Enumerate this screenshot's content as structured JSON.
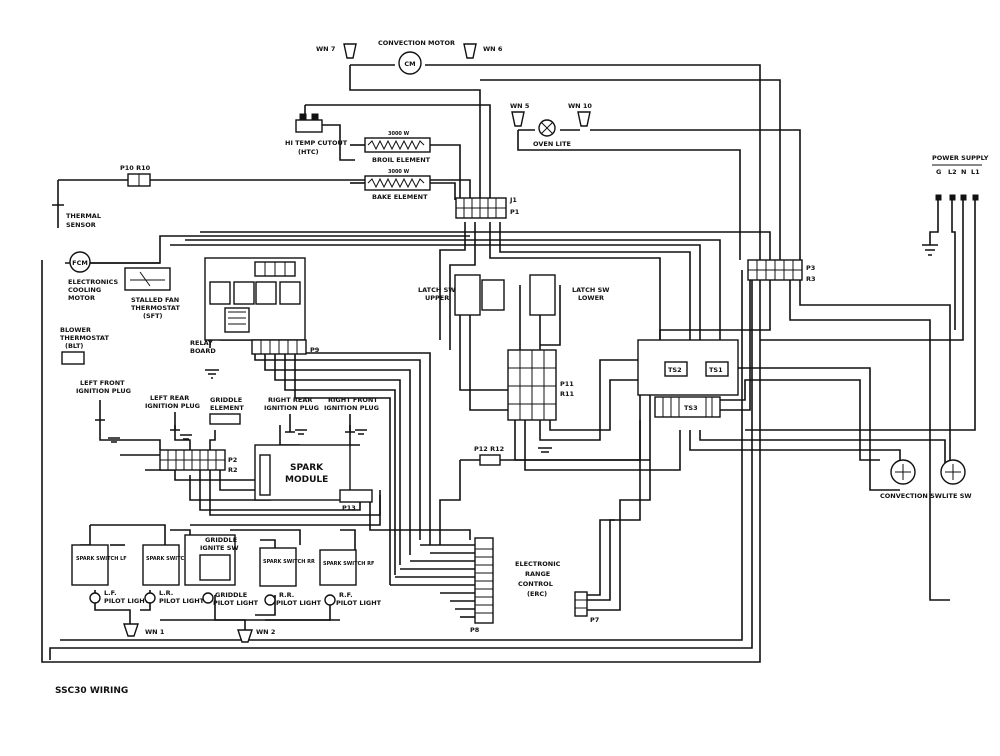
{
  "labels": {
    "convection_motor": "CONVECTION MOTOR",
    "cm": "CM",
    "wn7": "WN 7",
    "wn6": "WN 6",
    "wn5": "WN 5",
    "wn10": "WN 10",
    "oven_lite": "OVEN LITE",
    "hi_temp_cutout": "HI TEMP CUTOUT",
    "htc": "(HTC)",
    "broil_w": "3000 W",
    "broil_element": "BROIL ELEMENT",
    "bake_w": "3000 W",
    "bake_element": "BAKE ELEMENT",
    "p10r10": "P10  R10",
    "thermal_sensor_1": "THERMAL",
    "thermal_sensor_2": "SENSOR",
    "fcm": "FCM",
    "electronics_1": "ELECTRONICS",
    "electronics_2": "COOLING",
    "electronics_3": "MOTOR",
    "stalled_fan_1": "STALLED FAN",
    "stalled_fan_2": "THERMOSTAT",
    "stalled_fan_3": "(SFT)",
    "relay_1": "RELAY",
    "relay_2": "BOARD",
    "blower_1": "BLOWER",
    "blower_2": "THERMOSTAT",
    "blower_3": "(BLT)",
    "p9": "P9",
    "j1": "J1",
    "p1": "P1",
    "latch_upper_1": "LATCH SW",
    "latch_upper_2": "UPPER",
    "latch_lower_1": "LATCH SW",
    "latch_lower_2": "LOWER",
    "p11": "P11",
    "r11": "R11",
    "p3": "P3",
    "r3": "R3",
    "power_supply": "POWER SUPPLY",
    "g": "G",
    "l2": "L2",
    "n": "N",
    "l1": "L1",
    "ts2": "TS2",
    "ts1": "TS1",
    "ts3": "TS3",
    "lf_plug_1": "LEFT FRONT",
    "lf_plug_2": "IGNITION PLUG",
    "lr_plug_1": "LEFT REAR",
    "lr_plug_2": "IGNITION PLUG",
    "griddle_el_1": "GRIDDLE",
    "griddle_el_2": "ELEMENT",
    "rr_plug_1": "RIGHT REAR",
    "rr_plug_2": "IGNITION PLUG",
    "rf_plug_1": "RIGHT FRONT",
    "rf_plug_2": "IGNITION PLUG",
    "p2": "P2",
    "r2": "R2",
    "spark_1": "SPARK",
    "spark_2": "MODULE",
    "p13": "P13",
    "p12r12": "P12  R12",
    "convection_sw": "CONVECTION SW",
    "lite_sw": "LITE SW",
    "griddle_ign_1": "GRIDDLE",
    "griddle_ign_2": "IGNITE SW",
    "spark_switch_lf": "SPARK SWITCH LF",
    "spark_switch_lr": "SPARK SWITCH LR",
    "spark_switch_rr": "SPARK SWITCH RR",
    "spark_switch_rf": "SPARK SWITCH RF",
    "lf_pilot_1": "L.F.",
    "lf_pilot_2": "PILOT LIGHT",
    "lr_pilot_1": "L.R.",
    "lr_pilot_2": "PILOT LIGHT",
    "griddle_pilot_1": "GRIDDLE",
    "griddle_pilot_2": "PILOT LIGHT",
    "rr_pilot_1": "R.R.",
    "rr_pilot_2": "PILOT LIGHT",
    "rf_pilot_1": "R.F.",
    "rf_pilot_2": "PILOT LIGHT",
    "wn1": "WN 1",
    "wn2": "WN 2",
    "erc_1": "ELECTRONIC",
    "erc_2": "RANGE",
    "erc_3": "CONTROL",
    "erc_4": "(ERC)",
    "p8": "P8",
    "p7": "P7",
    "wiring_title": "SSC30 WIRING"
  }
}
